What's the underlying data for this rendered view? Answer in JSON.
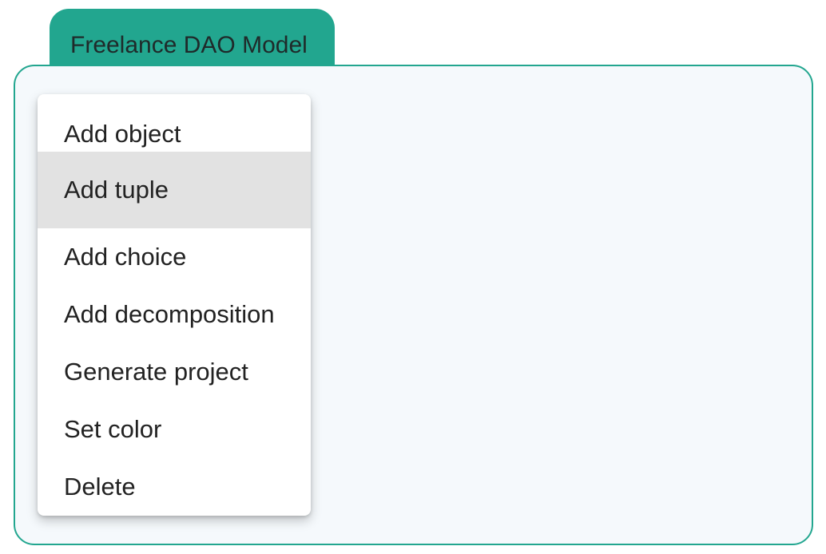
{
  "model": {
    "tab_label": "Freelance DAO Model"
  },
  "context_menu": {
    "items": [
      {
        "label": "Add object",
        "highlighted": false
      },
      {
        "label": "Add tuple",
        "highlighted": true
      },
      {
        "label": "Add choice",
        "highlighted": false
      },
      {
        "label": "Add decomposition",
        "highlighted": false
      },
      {
        "label": "Generate project",
        "highlighted": false
      },
      {
        "label": "Set color",
        "highlighted": false
      },
      {
        "label": "Delete",
        "highlighted": false
      }
    ]
  },
  "colors": {
    "accent": "#22a68f",
    "canvas_background": "#f5f9fc",
    "menu_highlight": "#e2e2e2"
  }
}
